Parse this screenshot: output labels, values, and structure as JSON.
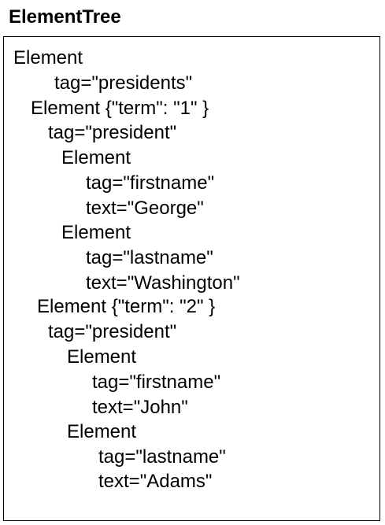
{
  "header": {
    "title": "ElementTree"
  },
  "tree": {
    "lines": [
      "Element",
      "tag=\"presidents\"",
      "Element {\"term\": \"1\" }",
      "tag=\"president\"",
      "Element",
      "tag=\"firstname\"",
      "text=\"George\"",
      "Element",
      "tag=\"lastname\"",
      "text=\"Washington\"",
      "Element {\"term\": \"2\" }",
      "tag=\"president\"",
      "Element",
      "tag=\"firstname\"",
      "text=\"John\"",
      "Element",
      "tag=\"lastname\"",
      "text=\"Adams\""
    ]
  }
}
